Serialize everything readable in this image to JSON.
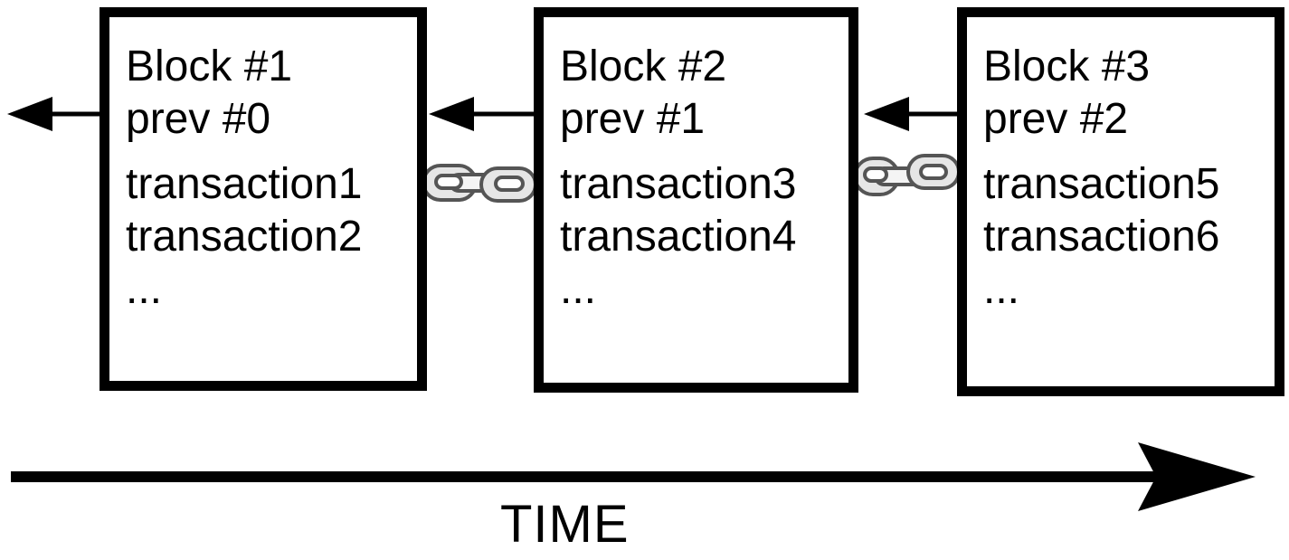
{
  "blocks": [
    {
      "title": "Block #1",
      "prev": "prev #0",
      "transactions": [
        "transaction1",
        "transaction2"
      ],
      "ellipsis": "..."
    },
    {
      "title": "Block #2",
      "prev": "prev #1",
      "transactions": [
        "transaction3",
        "transaction4"
      ],
      "ellipsis": "..."
    },
    {
      "title": "Block #3",
      "prev": "prev #2",
      "transactions": [
        "transaction5",
        "transaction6"
      ],
      "ellipsis": "..."
    }
  ],
  "timeline": {
    "label": "TIME"
  },
  "colors": {
    "stroke": "#000000",
    "chain_fill": "#e6e6e6",
    "chain_stroke": "#555555"
  },
  "icons": [
    "chain-link-icon",
    "arrow-left-icon",
    "arrow-right-icon"
  ]
}
